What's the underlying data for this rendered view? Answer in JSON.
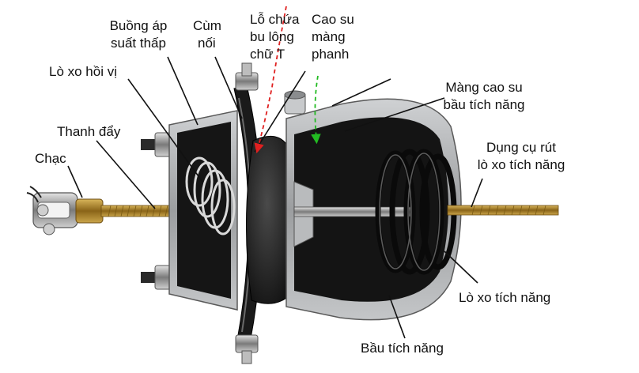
{
  "diagram": {
    "labels": {
      "buong_ap": [
        "Buồng áp",
        "suất thấp"
      ],
      "cum_noi": [
        "Cùm",
        "nối"
      ],
      "lo_chua": [
        "Lỗ chứa",
        "bu lông",
        "chữ T"
      ],
      "cao_su": [
        "Cao su",
        "màng",
        "phanh"
      ],
      "lo_xo_hoi_vi": "Lò xo hồi vị",
      "thanh_day": "Thanh đẩy",
      "chac": "Chạc",
      "mang_cao_su": [
        "Màng cao su",
        "bầu tích năng"
      ],
      "dung_cu": [
        "Dụng cụ rút",
        "lò xo tích năng"
      ],
      "lo_xo_tich_nang": "Lò xo tích năng",
      "bau_tich_nang": "Bầu tích năng"
    },
    "colors": {
      "text": "#111111",
      "leader": "#111111",
      "arrow_red": "#e02020",
      "arrow_green": "#22bb22",
      "rubber": "#1c1c1c",
      "metal": "#a9abad",
      "brass": "#b58a2a"
    }
  }
}
